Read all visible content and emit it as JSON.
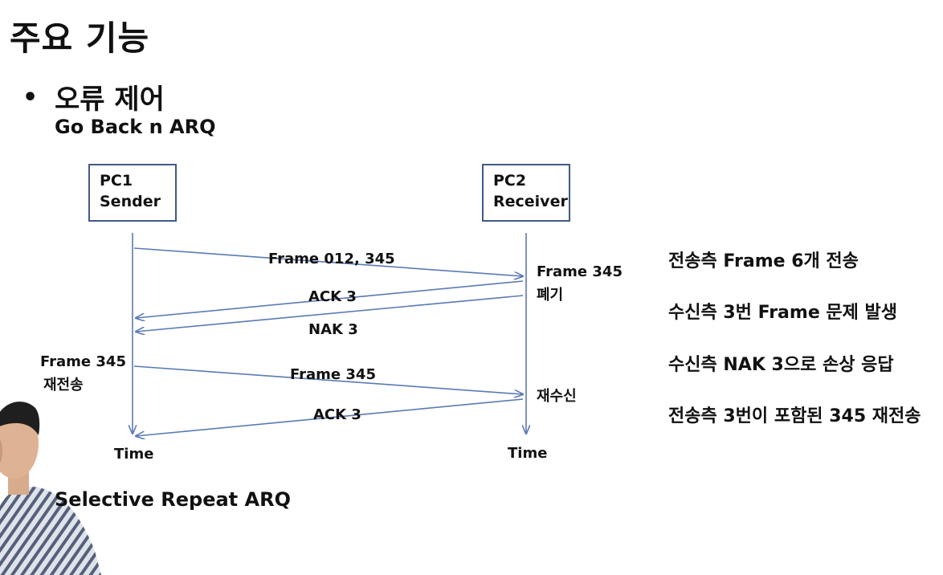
{
  "slide": {
    "title": "주요 기능",
    "bullet_mark": "•",
    "bullet_heading": "오류 제어",
    "subheading_gbn": "Go Back n ARQ",
    "subheading_sr": "Selective Repeat ARQ"
  },
  "diagram": {
    "sender_box": [
      "PC1",
      "Sender"
    ],
    "receiver_box": [
      "PC2",
      "Receiver"
    ],
    "messages": [
      {
        "label": "Frame 012, 345",
        "direction": "sender-to-receiver"
      },
      {
        "label": "ACK 3",
        "direction": "receiver-to-sender"
      },
      {
        "label": "NAK 3",
        "direction": "receiver-to-sender"
      },
      {
        "label": "Frame 345",
        "direction": "sender-to-receiver"
      },
      {
        "label": "ACK 3",
        "direction": "receiver-to-sender"
      }
    ],
    "receiver_notes": {
      "discard": [
        "Frame 345",
        "폐기"
      ],
      "rereceive": "재수신"
    },
    "sender_notes": {
      "resend": [
        "Frame 345",
        "재전송"
      ]
    },
    "time_labels": {
      "sender": "Time",
      "receiver": "Time"
    },
    "line_color": "#5b7ab5",
    "box_border_color": "#3f5a86"
  },
  "explanations": [
    "전송측 Frame 6개 전송",
    "수신측 3번 Frame 문제 발생",
    "수신측 NAK 3으로 손상 응답",
    "전송측 3번이 포함된 345 재전송"
  ]
}
